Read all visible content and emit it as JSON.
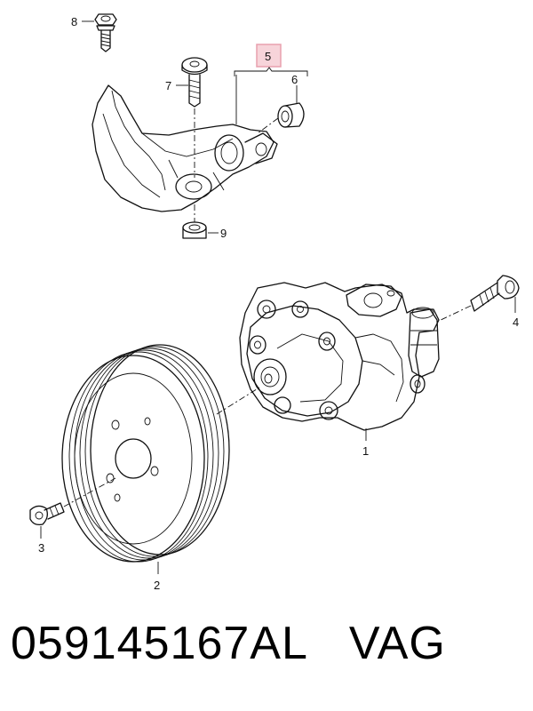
{
  "callouts": {
    "c1": "1",
    "c2": "2",
    "c3": "3",
    "c4": "4",
    "c5": "5",
    "c6": "6",
    "c7": "7",
    "c8": "8",
    "c9": "9"
  },
  "highlight_color": "#e8a0ae",
  "footer": {
    "part_number": "059145167AL",
    "brand": "VAG"
  }
}
